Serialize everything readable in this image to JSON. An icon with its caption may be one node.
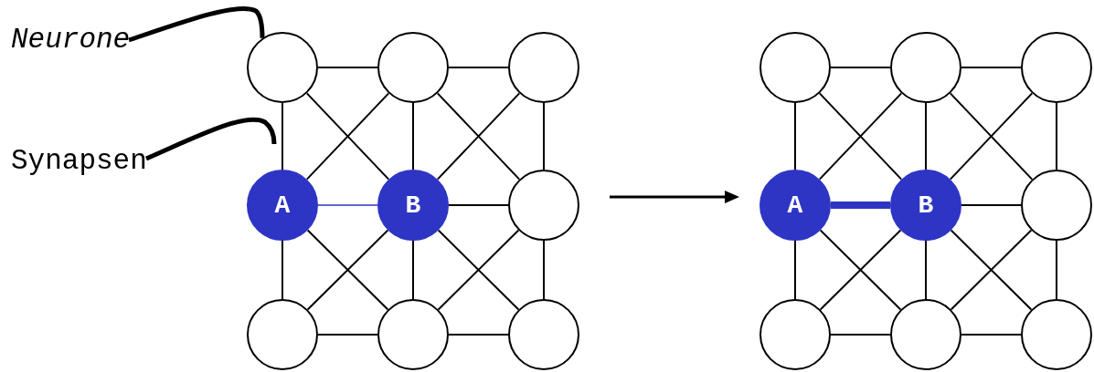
{
  "diagram": {
    "nodes": [
      {
        "text": [
          "Neurone"
        ]
      },
      {
        "text": [
          "Synapsen"
        ]
      },
      {
        "text": [],
        "shape": "circle"
      },
      {
        "text": [],
        "shape": "circle"
      },
      {
        "text": [],
        "shape": "circle"
      },
      {
        "text": [
          "A"
        ]
      },
      {
        "text": [
          "B"
        ]
      },
      {
        "text": [],
        "shape": "circle"
      },
      {
        "text": [],
        "shape": "circle"
      },
      {
        "text": [],
        "shape": "circle"
      },
      {
        "text": [],
        "shape": "circle"
      },
      {
        "text": [],
        "shape": "circle"
      },
      {
        "text": [],
        "shape": "circle"
      },
      {
        "text": [],
        "shape": "circle"
      },
      {
        "text": [
          "A"
        ]
      },
      {
        "text": [
          "B"
        ]
      },
      {
        "text": [],
        "shape": "circle"
      },
      {
        "text": [],
        "shape": "circle"
      },
      {
        "text": [],
        "shape": "circle"
      },
      {
        "text": [],
        "shape": "circle"
      }
    ],
    "edges": [
      {
        "from": 0,
        "to": 2,
        "arrow": "none",
        "style": "thick"
      },
      {
        "from": 1,
        "to": null,
        "arrow": "none",
        "style": "thick"
      },
      {
        "from": 2,
        "to": 3,
        "arrow": "none"
      },
      {
        "from": 3,
        "to": 4,
        "arrow": "none"
      },
      {
        "from": 5,
        "to": 6,
        "arrow": "none",
        "color": "#2e35c4"
      },
      {
        "from": 6,
        "to": 7,
        "arrow": "none"
      },
      {
        "from": 8,
        "to": 9,
        "arrow": "none"
      },
      {
        "from": 9,
        "to": 10,
        "arrow": "none"
      },
      {
        "from": 2,
        "to": 5,
        "arrow": "none"
      },
      {
        "from": 5,
        "to": 8,
        "arrow": "none"
      },
      {
        "from": 3,
        "to": 6,
        "arrow": "none"
      },
      {
        "from": 6,
        "to": 9,
        "arrow": "none"
      },
      {
        "from": 4,
        "to": 7,
        "arrow": "none"
      },
      {
        "from": 7,
        "to": 10,
        "arrow": "none"
      },
      {
        "from": 2,
        "to": 6,
        "arrow": "none"
      },
      {
        "from": 3,
        "to": 5,
        "arrow": "none"
      },
      {
        "from": 3,
        "to": 7,
        "arrow": "none"
      },
      {
        "from": 4,
        "to": 6,
        "arrow": "none"
      },
      {
        "from": 5,
        "to": 9,
        "arrow": "none"
      },
      {
        "from": 6,
        "to": 8,
        "arrow": "none"
      },
      {
        "from": 6,
        "to": 10,
        "arrow": "none"
      },
      {
        "from": 7,
        "to": 9,
        "arrow": "none"
      },
      {
        "from": 11,
        "to": 12,
        "arrow": "none"
      },
      {
        "from": 12,
        "to": 13,
        "arrow": "none"
      },
      {
        "from": 14,
        "to": 15,
        "arrow": "none",
        "style": "thick",
        "color": "#2e35c4"
      },
      {
        "from": 15,
        "to": 16,
        "arrow": "none"
      },
      {
        "from": 17,
        "to": 18,
        "arrow": "none"
      },
      {
        "from": 18,
        "to": 19,
        "arrow": "none"
      },
      {
        "from": 11,
        "to": 14,
        "arrow": "none"
      },
      {
        "from": 14,
        "to": 17,
        "arrow": "none"
      },
      {
        "from": 12,
        "to": 15,
        "arrow": "none"
      },
      {
        "from": 15,
        "to": 18,
        "arrow": "none"
      },
      {
        "from": 13,
        "to": 16,
        "arrow": "none"
      },
      {
        "from": 16,
        "to": 19,
        "arrow": "none"
      },
      {
        "from": 11,
        "to": 15,
        "arrow": "none"
      },
      {
        "from": 12,
        "to": 14,
        "arrow": "none"
      },
      {
        "from": 12,
        "to": 16,
        "arrow": "none"
      },
      {
        "from": 13,
        "to": 15,
        "arrow": "none"
      },
      {
        "from": 14,
        "to": 18,
        "arrow": "none"
      },
      {
        "from": 15,
        "to": 17,
        "arrow": "none"
      },
      {
        "from": 15,
        "to": 19,
        "arrow": "none"
      },
      {
        "from": 16,
        "to": 18,
        "arrow": "none"
      }
    ]
  }
}
